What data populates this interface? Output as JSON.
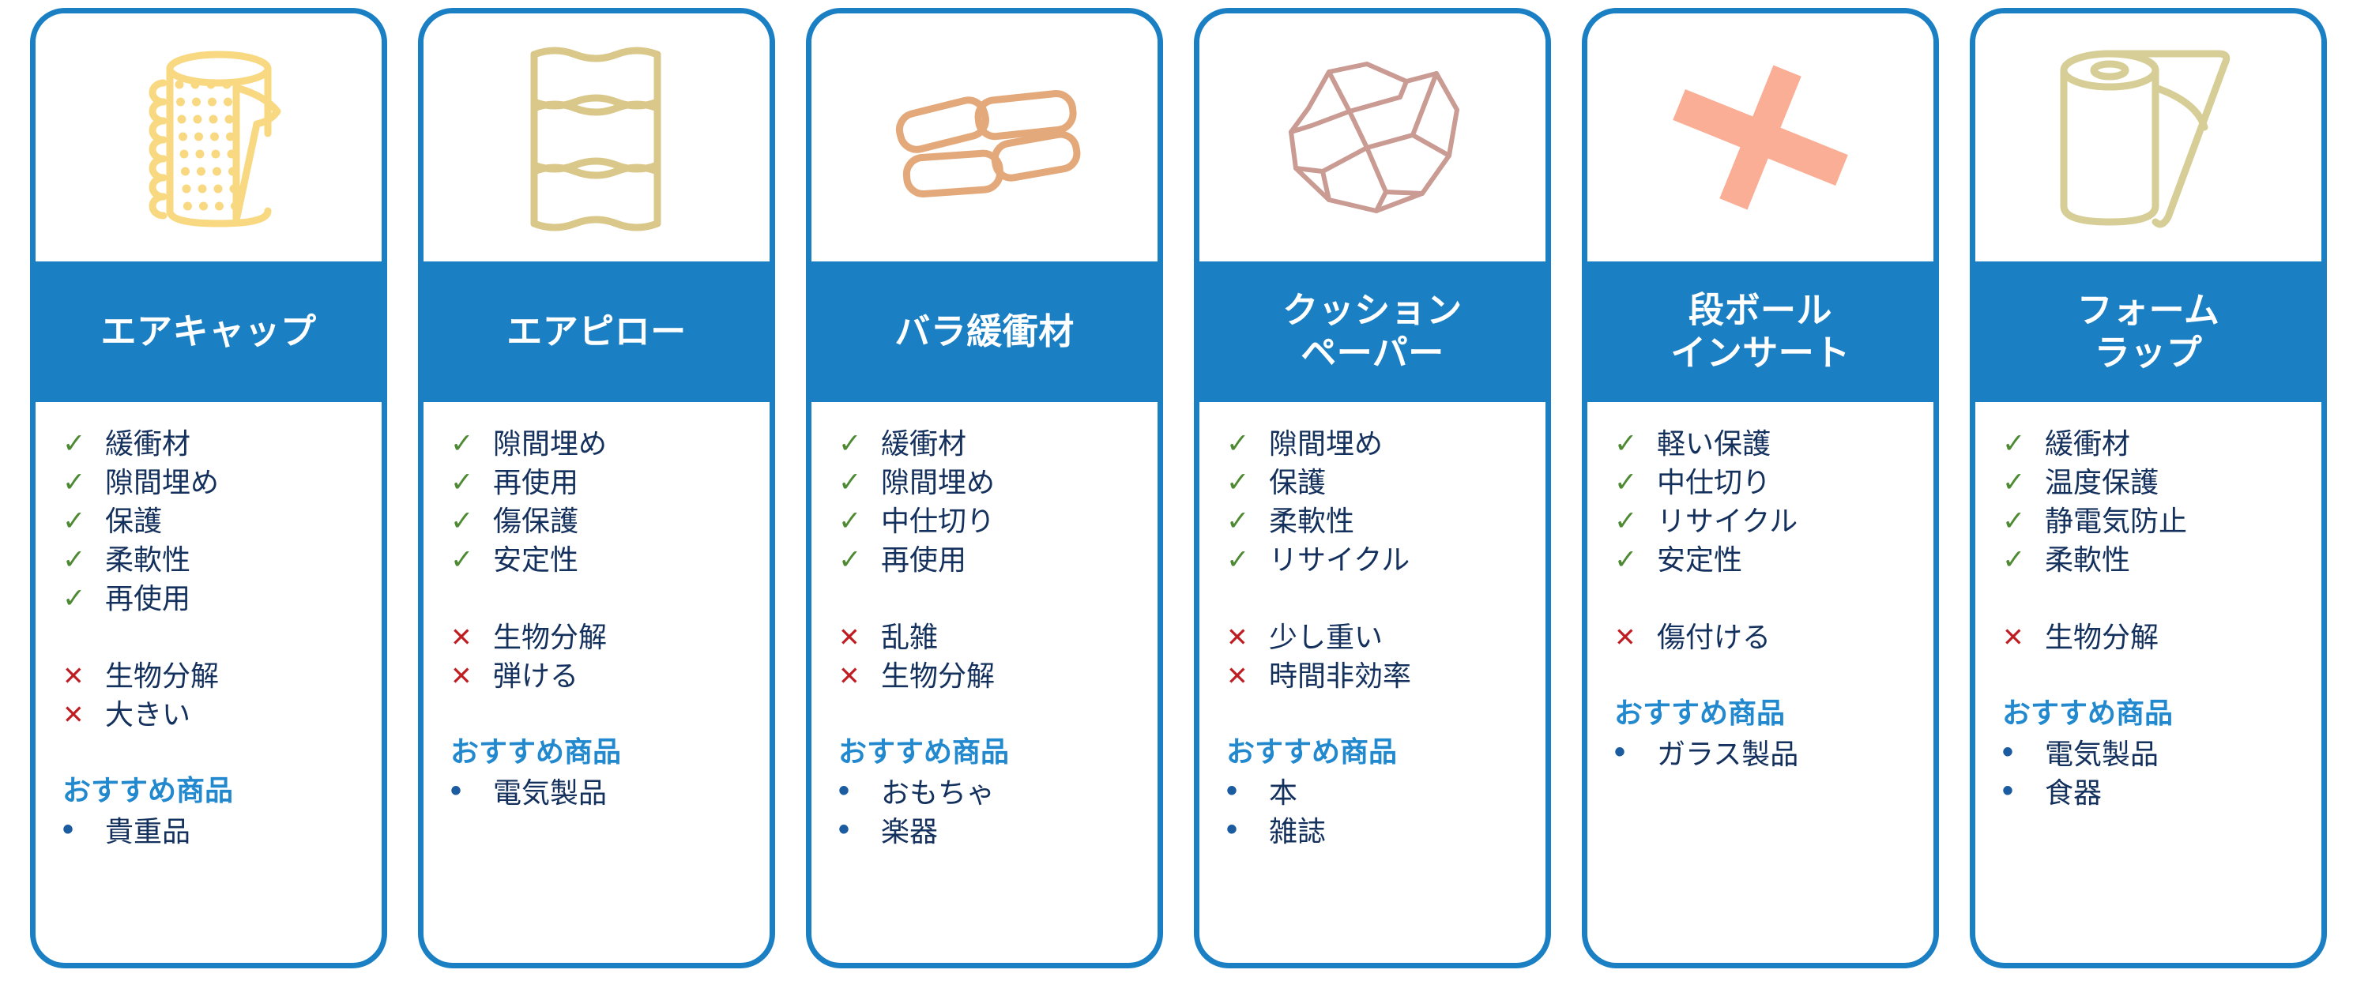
{
  "theme": {
    "card_border_color": "#1b7fc4",
    "header_bg_color": "#1b7fc4",
    "header_text_color": "#ffffff",
    "body_text_color": "#14305c",
    "check_color": "#4e8a33",
    "cross_color": "#c01d22",
    "bullet_color": "#1b5ba0",
    "recommend_title_color": "#2389cf",
    "background_color": "#ffffff"
  },
  "symbols": {
    "check": "✓",
    "cross": "✕",
    "bullet": "•"
  },
  "labels": {
    "recommend_heading": "おすすめ商品"
  },
  "cards": [
    {
      "id": "air-cap",
      "title": "エアキャップ",
      "icon_name": "bubble-wrap-roll-icon",
      "icon_color": "#f8d881",
      "pros": [
        "緩衝材",
        "隙間埋め",
        "保護",
        "柔軟性",
        "再使用"
      ],
      "cons": [
        "生物分解",
        "大きい"
      ],
      "recommend_heading": "おすすめ商品",
      "recommended": [
        "貴重品"
      ]
    },
    {
      "id": "air-pillow",
      "title": "エアピロー",
      "icon_name": "air-pillow-icon",
      "icon_color": "#d9c889",
      "pros": [
        "隙間埋め",
        "再使用",
        "傷保護",
        "安定性"
      ],
      "cons": [
        "生物分解",
        "弾ける"
      ],
      "recommend_heading": "おすすめ商品",
      "recommended": [
        "電気製品"
      ]
    },
    {
      "id": "loose-fill",
      "title": "バラ緩衝材",
      "icon_name": "loose-fill-peanuts-icon",
      "icon_color": "#e3a97b",
      "pros": [
        "緩衝材",
        "隙間埋め",
        "中仕切り",
        "再使用"
      ],
      "cons": [
        "乱雑",
        "生物分解"
      ],
      "recommend_heading": "おすすめ商品",
      "recommended": [
        "おもちゃ",
        "楽器"
      ]
    },
    {
      "id": "cushion-paper",
      "title": "クッション\nペーパー",
      "icon_name": "crumpled-paper-icon",
      "icon_color": "#c99b93",
      "pros": [
        "隙間埋め",
        "保護",
        "柔軟性",
        "リサイクル"
      ],
      "cons": [
        "少し重い",
        "時間非効率"
      ],
      "recommend_heading": "おすすめ商品",
      "recommended": [
        "本",
        "雑誌"
      ]
    },
    {
      "id": "cardboard-insert",
      "title": "段ボール\nインサート",
      "icon_name": "cardboard-cross-insert-icon",
      "icon_color": "#f9ae95",
      "pros": [
        "軽い保護",
        "中仕切り",
        "リサイクル",
        "安定性"
      ],
      "cons": [
        "傷付ける"
      ],
      "recommend_heading": "おすすめ商品",
      "recommended": [
        "ガラス製品"
      ]
    },
    {
      "id": "foam-wrap",
      "title": "フォーム\nラップ",
      "icon_name": "foam-wrap-roll-icon",
      "icon_color": "#d6ce96",
      "pros": [
        "緩衝材",
        "温度保護",
        "静電気防止",
        "柔軟性"
      ],
      "cons": [
        "生物分解"
      ],
      "recommend_heading": "おすすめ商品",
      "recommended": [
        "電気製品",
        "食器"
      ]
    }
  ]
}
